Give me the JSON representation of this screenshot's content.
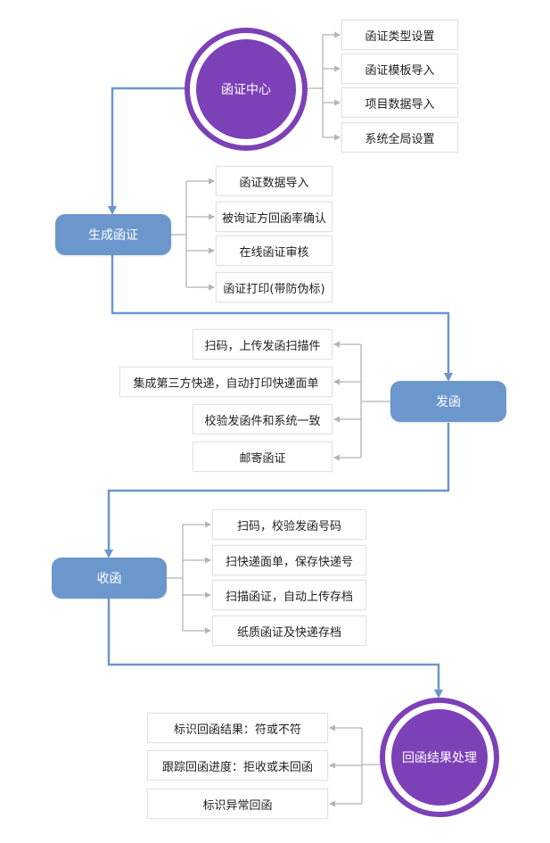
{
  "colors": {
    "main_flow": "#6b97cc",
    "branch_line": "#b5b5b5",
    "circle": "#7c40b7",
    "step_fill": "#6b97cc"
  },
  "nodes": {
    "center": {
      "label": "函证中心",
      "items": [
        "函证类型设置",
        "函证模板导入",
        "项目数据导入",
        "系统全局设置"
      ]
    },
    "generate": {
      "label": "生成函证",
      "items": [
        "函证数据导入",
        "被询证方回函率确认",
        "在线函证审核",
        "函证打印(带防伪标)"
      ]
    },
    "send": {
      "label": "发函",
      "items": [
        "扫码，上传发函扫描件",
        "集成第三方快递，自动打印快递面单",
        "校验发函件和系统一致",
        "邮寄函证"
      ]
    },
    "receive": {
      "label": "收函",
      "items": [
        "扫码，校验发函号码",
        "扫快递面单，保存快递号",
        "扫描函证，自动上传存档",
        "纸质函证及快递存档"
      ]
    },
    "result": {
      "label": "回函结果处理",
      "items": [
        "标识回函结果：符或不符",
        "跟踪回函进度：拒收或未回函",
        "标识异常回函"
      ]
    }
  }
}
